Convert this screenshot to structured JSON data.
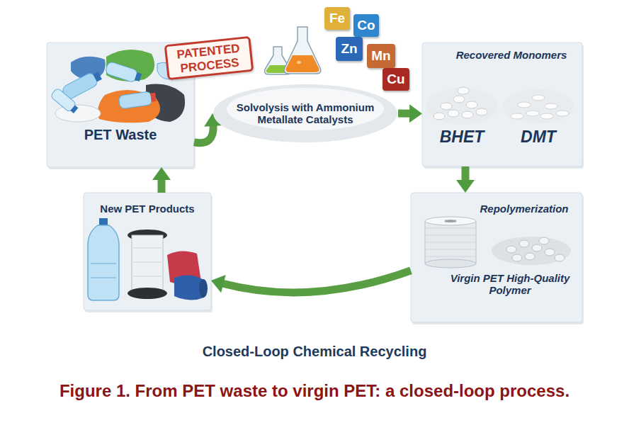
{
  "diagram": {
    "title": "Closed-Loop Chemical Recycling",
    "caption": "Figure 1. From PET waste to virgin PET: a closed-loop process.",
    "nodes": [
      {
        "text": [
          "PET Waste"
        ]
      },
      {
        "text": [
          "PATENTED PROCESS"
        ]
      },
      {
        "text": [
          "Fe"
        ]
      },
      {
        "text": [
          "Co"
        ]
      },
      {
        "text": [
          "Zn"
        ]
      },
      {
        "text": [
          "Mn"
        ]
      },
      {
        "text": [
          "Cu"
        ]
      },
      {
        "text": [
          "Solvolysis with Ammonium Metallate Catalysts"
        ]
      },
      {
        "text": [
          "Recovered Monomers",
          "BHET",
          "DMT"
        ]
      },
      {
        "text": [
          "Repolymerization",
          "Virgin PET High-Quality Polymer"
        ]
      },
      {
        "text": [
          "New PET Products"
        ]
      }
    ],
    "edges": [
      {
        "from": 0,
        "to": 7,
        "arrow": "to"
      },
      {
        "from": 7,
        "to": 8,
        "arrow": "to"
      },
      {
        "from": 8,
        "to": 9,
        "arrow": "to"
      },
      {
        "from": 9,
        "to": 10,
        "arrow": "to"
      },
      {
        "from": 10,
        "to": 0,
        "arrow": "to"
      }
    ]
  }
}
